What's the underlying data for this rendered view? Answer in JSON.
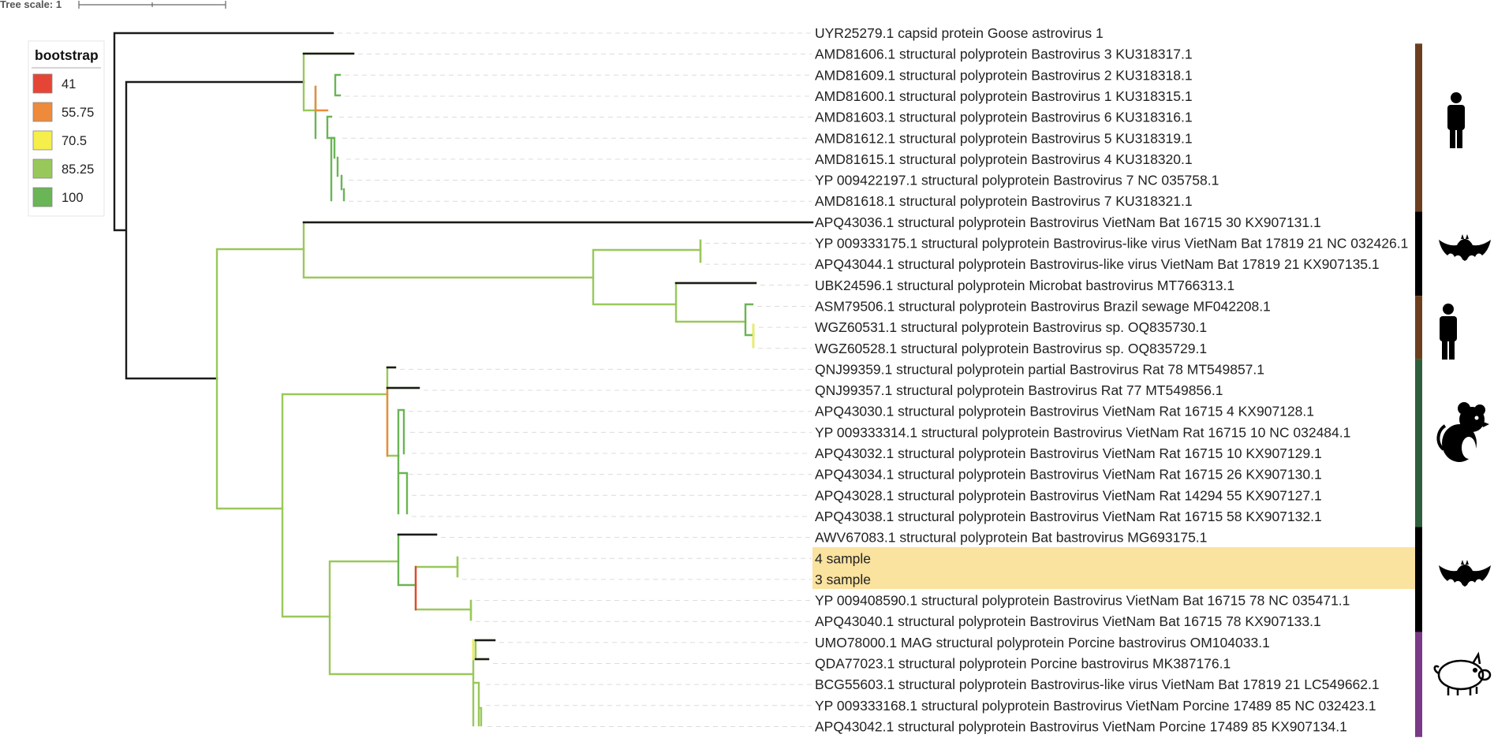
{
  "tree_scale_label": "Tree scale: 1",
  "legend": {
    "title": "bootstrap",
    "items": [
      {
        "label": "41",
        "color": "#e54535"
      },
      {
        "label": "55.75",
        "color": "#ee8a3c"
      },
      {
        "label": "70.5",
        "color": "#f5ee4b"
      },
      {
        "label": "85.25",
        "color": "#99c85a"
      },
      {
        "label": "100",
        "color": "#6ab555"
      }
    ]
  },
  "leaves": [
    "UYR25279.1 capsid protein Goose astrovirus 1",
    "AMD81606.1 structural polyprotein Bastrovirus 3 KU318317.1",
    "AMD81609.1 structural polyprotein Bastrovirus 2 KU318318.1",
    "AMD81600.1 structural polyprotein Bastrovirus 1 KU318315.1",
    "AMD81603.1 structural polyprotein Bastrovirus 6 KU318316.1",
    "AMD81612.1 structural polyprotein Bastrovirus 5 KU318319.1",
    "AMD81615.1 structural polyprotein Bastrovirus 4 KU318320.1",
    "YP 009422197.1 structural polyprotein Bastrovirus 7 NC 035758.1",
    "AMD81618.1 structural polyprotein Bastrovirus 7 KU318321.1",
    "APQ43036.1 structural polyprotein Bastrovirus VietNam Bat 16715 30 KX907131.1",
    "YP 009333175.1 structural polyprotein Bastrovirus-like virus VietNam Bat 17819 21 NC 032426.1",
    "APQ43044.1 structural polyprotein Bastrovirus-like virus VietNam Bat 17819 21 KX907135.1",
    "UBK24596.1 structural polyprotein Microbat bastrovirus MT766313.1",
    "ASM79506.1 structural polyprotein Bastrovirus Brazil sewage MF042208.1",
    "WGZ60531.1 structural polyprotein Bastrovirus sp. OQ835730.1",
    "WGZ60528.1 structural polyprotein Bastrovirus sp. OQ835729.1",
    "QNJ99359.1 structural polyprotein partial Bastrovirus Rat 78 MT549857.1",
    "QNJ99357.1 structural polyprotein Bastrovirus Rat 77 MT549856.1",
    "APQ43030.1 structural polyprotein Bastrovirus VietNam Rat 16715 4 KX907128.1",
    "YP 009333314.1 structural polyprotein Bastrovirus VietNam Rat 16715 10 NC 032484.1",
    "APQ43032.1 structural polyprotein Bastrovirus VietNam Rat 16715 10 KX907129.1",
    "APQ43034.1 structural polyprotein Bastrovirus VietNam Rat 16715 26 KX907130.1",
    "APQ43028.1 structural polyprotein Bastrovirus VietNam Rat 14294 55 KX907127.1",
    "APQ43038.1 structural polyprotein Bastrovirus VietNam Rat 16715 58 KX907132.1",
    "AWV67083.1 structural polyprotein Bat bastrovirus MG693175.1",
    "4 sample",
    "3 sample",
    "YP 009408590.1 structural polyprotein Bastrovirus VietNam Bat 16715 78 NC 035471.1",
    "APQ43040.1 structural polyprotein Bastrovirus VietNam Bat 16715 78 KX907133.1",
    "UMO78000.1 MAG structural polyprotein Porcine bastrovirus OM104033.1",
    "QDA77023.1 structural polyprotein Porcine bastrovirus MK387176.1",
    "BCG55603.1 structural polyprotein Bastrovirus-like virus VietNam Bat 17819 21 LC549662.1",
    "YP 009333168.1 structural polyprotein Bastrovirus VietNam Porcine 17489 85 NC 032423.1",
    "APQ43042.1 structural polyprotein Bastrovirus VietNam Porcine 17489 85 KX907134.1"
  ],
  "highlighted_leaves": [
    "4 sample",
    "3 sample"
  ],
  "highlight_color": "#fae29f",
  "host_groups": [
    {
      "host": "human",
      "color": "#6b3f1e",
      "icon": "human-icon"
    },
    {
      "host": "bat",
      "color": "#000000",
      "icon": "bat-icon"
    },
    {
      "host": "human",
      "color": "#6b3f1e",
      "icon": "human-icon"
    },
    {
      "host": "rat",
      "color": "#2e5e3c",
      "icon": "rat-icon"
    },
    {
      "host": "bat",
      "color": "#000000",
      "icon": "bat-icon"
    },
    {
      "host": "pig",
      "color": "#7a3a88",
      "icon": "pig-icon"
    }
  ]
}
